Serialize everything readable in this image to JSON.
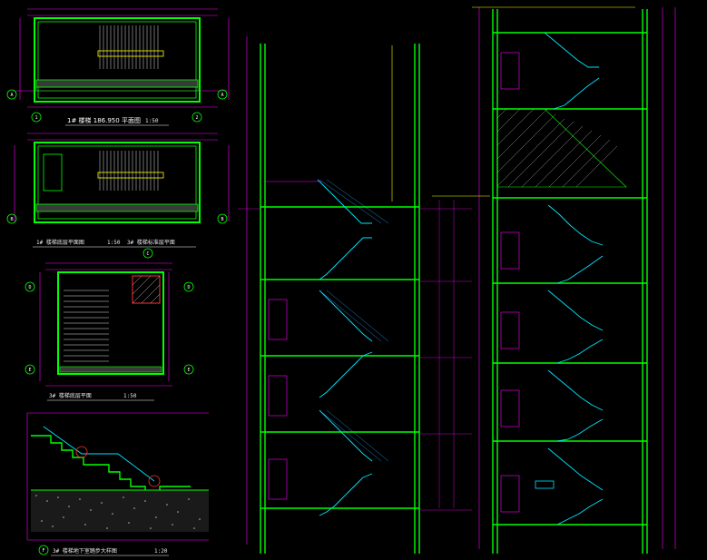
{
  "drawing": {
    "plan_top_caption": "1# 楼梯 186.950 平面图",
    "plan_top_scale": "1:50",
    "plan_mid_caption": "1# 楼梯底层平面图",
    "plan_mid_caption2": "3# 楼梯标准层平面",
    "plan_mid_scale": "1:50",
    "plan_small_caption": "3# 楼梯底层平面",
    "plan_small_scale": "1:50",
    "detail_caption": "3# 楼梯地下室踏步大样图",
    "detail_scale": "1:20",
    "axis_labels": [
      "1",
      "2",
      "A",
      "B",
      "C",
      "D",
      "E",
      "F"
    ]
  },
  "colors": {
    "background": "#000000",
    "wall": "#00ff00",
    "stair": "#00e5ff",
    "dimension": "#ff00ff",
    "text": "#ffffff",
    "hatch": "#c0c0c0",
    "yellow": "#ffff00",
    "red": "#ff3030"
  }
}
